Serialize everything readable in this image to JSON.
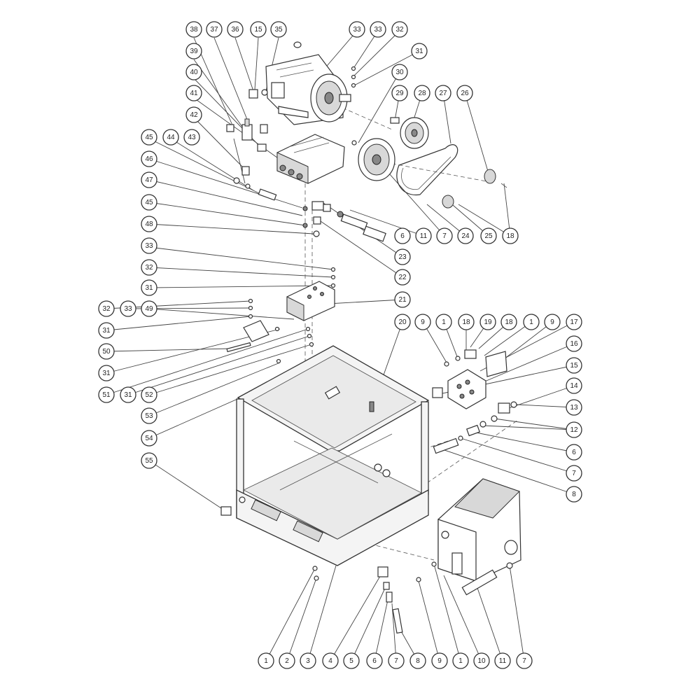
{
  "diagram": {
    "callouts": [
      {
        "id": "c38",
        "label": "38"
      },
      {
        "id": "c37",
        "label": "37"
      },
      {
        "id": "c36",
        "label": "36"
      },
      {
        "id": "c15a",
        "label": "15"
      },
      {
        "id": "c35",
        "label": "35"
      },
      {
        "id": "c33a",
        "label": "33"
      },
      {
        "id": "c33b",
        "label": "33"
      },
      {
        "id": "c32a",
        "label": "32"
      },
      {
        "id": "c31a",
        "label": "31"
      },
      {
        "id": "c30",
        "label": "30"
      },
      {
        "id": "c29",
        "label": "29"
      },
      {
        "id": "c28",
        "label": "28"
      },
      {
        "id": "c27",
        "label": "27"
      },
      {
        "id": "c26",
        "label": "26"
      },
      {
        "id": "c39",
        "label": "39"
      },
      {
        "id": "c40",
        "label": "40"
      },
      {
        "id": "c41",
        "label": "41"
      },
      {
        "id": "c42",
        "label": "42"
      },
      {
        "id": "c45a",
        "label": "45"
      },
      {
        "id": "c44",
        "label": "44"
      },
      {
        "id": "c43",
        "label": "43"
      },
      {
        "id": "c46",
        "label": "46"
      },
      {
        "id": "c47",
        "label": "47"
      },
      {
        "id": "c45b",
        "label": "45"
      },
      {
        "id": "c48",
        "label": "48"
      },
      {
        "id": "c6a",
        "label": "6"
      },
      {
        "id": "c11a",
        "label": "11"
      },
      {
        "id": "c7a",
        "label": "7"
      },
      {
        "id": "c24",
        "label": "24"
      },
      {
        "id": "c25",
        "label": "25"
      },
      {
        "id": "c18a",
        "label": "18"
      },
      {
        "id": "c23",
        "label": "23"
      },
      {
        "id": "c33c",
        "label": "33"
      },
      {
        "id": "c32b",
        "label": "32"
      },
      {
        "id": "c22",
        "label": "22"
      },
      {
        "id": "c31b",
        "label": "31"
      },
      {
        "id": "c49",
        "label": "49"
      },
      {
        "id": "c21",
        "label": "21"
      },
      {
        "id": "c32c",
        "label": "32"
      },
      {
        "id": "c33d",
        "label": "33"
      },
      {
        "id": "c31c",
        "label": "31"
      },
      {
        "id": "c50",
        "label": "50"
      },
      {
        "id": "c31d",
        "label": "31"
      },
      {
        "id": "c51",
        "label": "51"
      },
      {
        "id": "c31e",
        "label": "31"
      },
      {
        "id": "c52",
        "label": "52"
      },
      {
        "id": "c53",
        "label": "53"
      },
      {
        "id": "c54",
        "label": "54"
      },
      {
        "id": "c55",
        "label": "55"
      },
      {
        "id": "c20",
        "label": "20"
      },
      {
        "id": "c9a",
        "label": "9"
      },
      {
        "id": "c1a",
        "label": "1"
      },
      {
        "id": "c18b",
        "label": "18"
      },
      {
        "id": "c19",
        "label": "19"
      },
      {
        "id": "c18c",
        "label": "18"
      },
      {
        "id": "c1b",
        "label": "1"
      },
      {
        "id": "c9b",
        "label": "9"
      },
      {
        "id": "c17",
        "label": "17"
      },
      {
        "id": "c16",
        "label": "16"
      },
      {
        "id": "c15b",
        "label": "15"
      },
      {
        "id": "c14",
        "label": "14"
      },
      {
        "id": "c13",
        "label": "13"
      },
      {
        "id": "c12",
        "label": "12"
      },
      {
        "id": "c6b",
        "label": "6"
      },
      {
        "id": "c7b",
        "label": "7"
      },
      {
        "id": "c8a",
        "label": "8"
      },
      {
        "id": "b1",
        "label": "1"
      },
      {
        "id": "b2",
        "label": "2"
      },
      {
        "id": "b3",
        "label": "3"
      },
      {
        "id": "b4",
        "label": "4"
      },
      {
        "id": "b5",
        "label": "5"
      },
      {
        "id": "b6",
        "label": "6"
      },
      {
        "id": "b7",
        "label": "7"
      },
      {
        "id": "b8",
        "label": "8"
      },
      {
        "id": "b9",
        "label": "9"
      },
      {
        "id": "b1b",
        "label": "1"
      },
      {
        "id": "b10",
        "label": "10"
      },
      {
        "id": "b11",
        "label": "11"
      },
      {
        "id": "b7b",
        "label": "7"
      }
    ]
  }
}
